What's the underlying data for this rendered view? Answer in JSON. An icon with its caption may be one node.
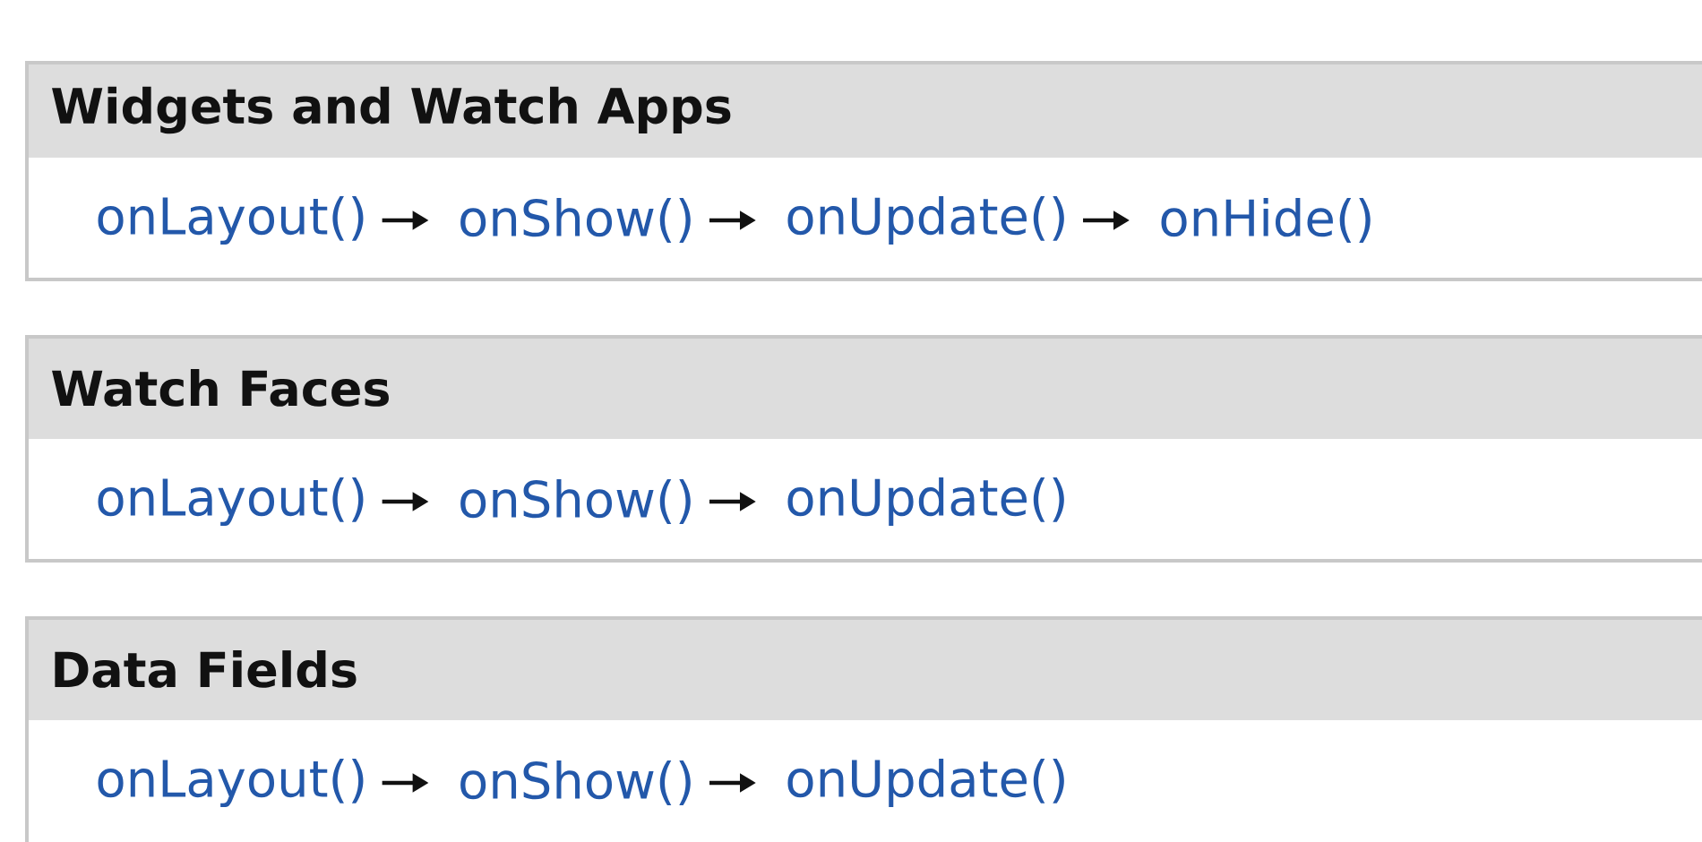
{
  "diagram": {
    "nodes": [
      {
        "text": [
          "Widgets and Watch Apps"
        ]
      },
      {
        "text": [
          "onLayout()"
        ],
        "in": 0
      },
      {
        "text": [
          "onShow()"
        ],
        "in": 0
      },
      {
        "text": [
          "onUpdate()"
        ],
        "in": 0
      },
      {
        "text": [
          "onHide()"
        ],
        "in": 0
      },
      {
        "text": [
          "Watch Faces"
        ]
      },
      {
        "text": [
          "onLayout()"
        ],
        "in": 5
      },
      {
        "text": [
          "onShow()"
        ],
        "in": 5
      },
      {
        "text": [
          "onUpdate()"
        ],
        "in": 5
      },
      {
        "text": [
          "Data Fields"
        ]
      },
      {
        "text": [
          "onLayout()"
        ],
        "in": 9
      },
      {
        "text": [
          "onShow()"
        ],
        "in": 9
      },
      {
        "text": [
          "onUpdate()"
        ],
        "in": 9
      }
    ],
    "edges": [
      {
        "from": 1,
        "to": 2,
        "arrow": "to"
      },
      {
        "from": 2,
        "to": 3,
        "arrow": "to"
      },
      {
        "from": 3,
        "to": 4,
        "arrow": "to"
      },
      {
        "from": 6,
        "to": 7,
        "arrow": "to"
      },
      {
        "from": 7,
        "to": 8,
        "arrow": "to"
      },
      {
        "from": 10,
        "to": 11,
        "arrow": "to"
      },
      {
        "from": 11,
        "to": 12,
        "arrow": "to"
      }
    ]
  }
}
